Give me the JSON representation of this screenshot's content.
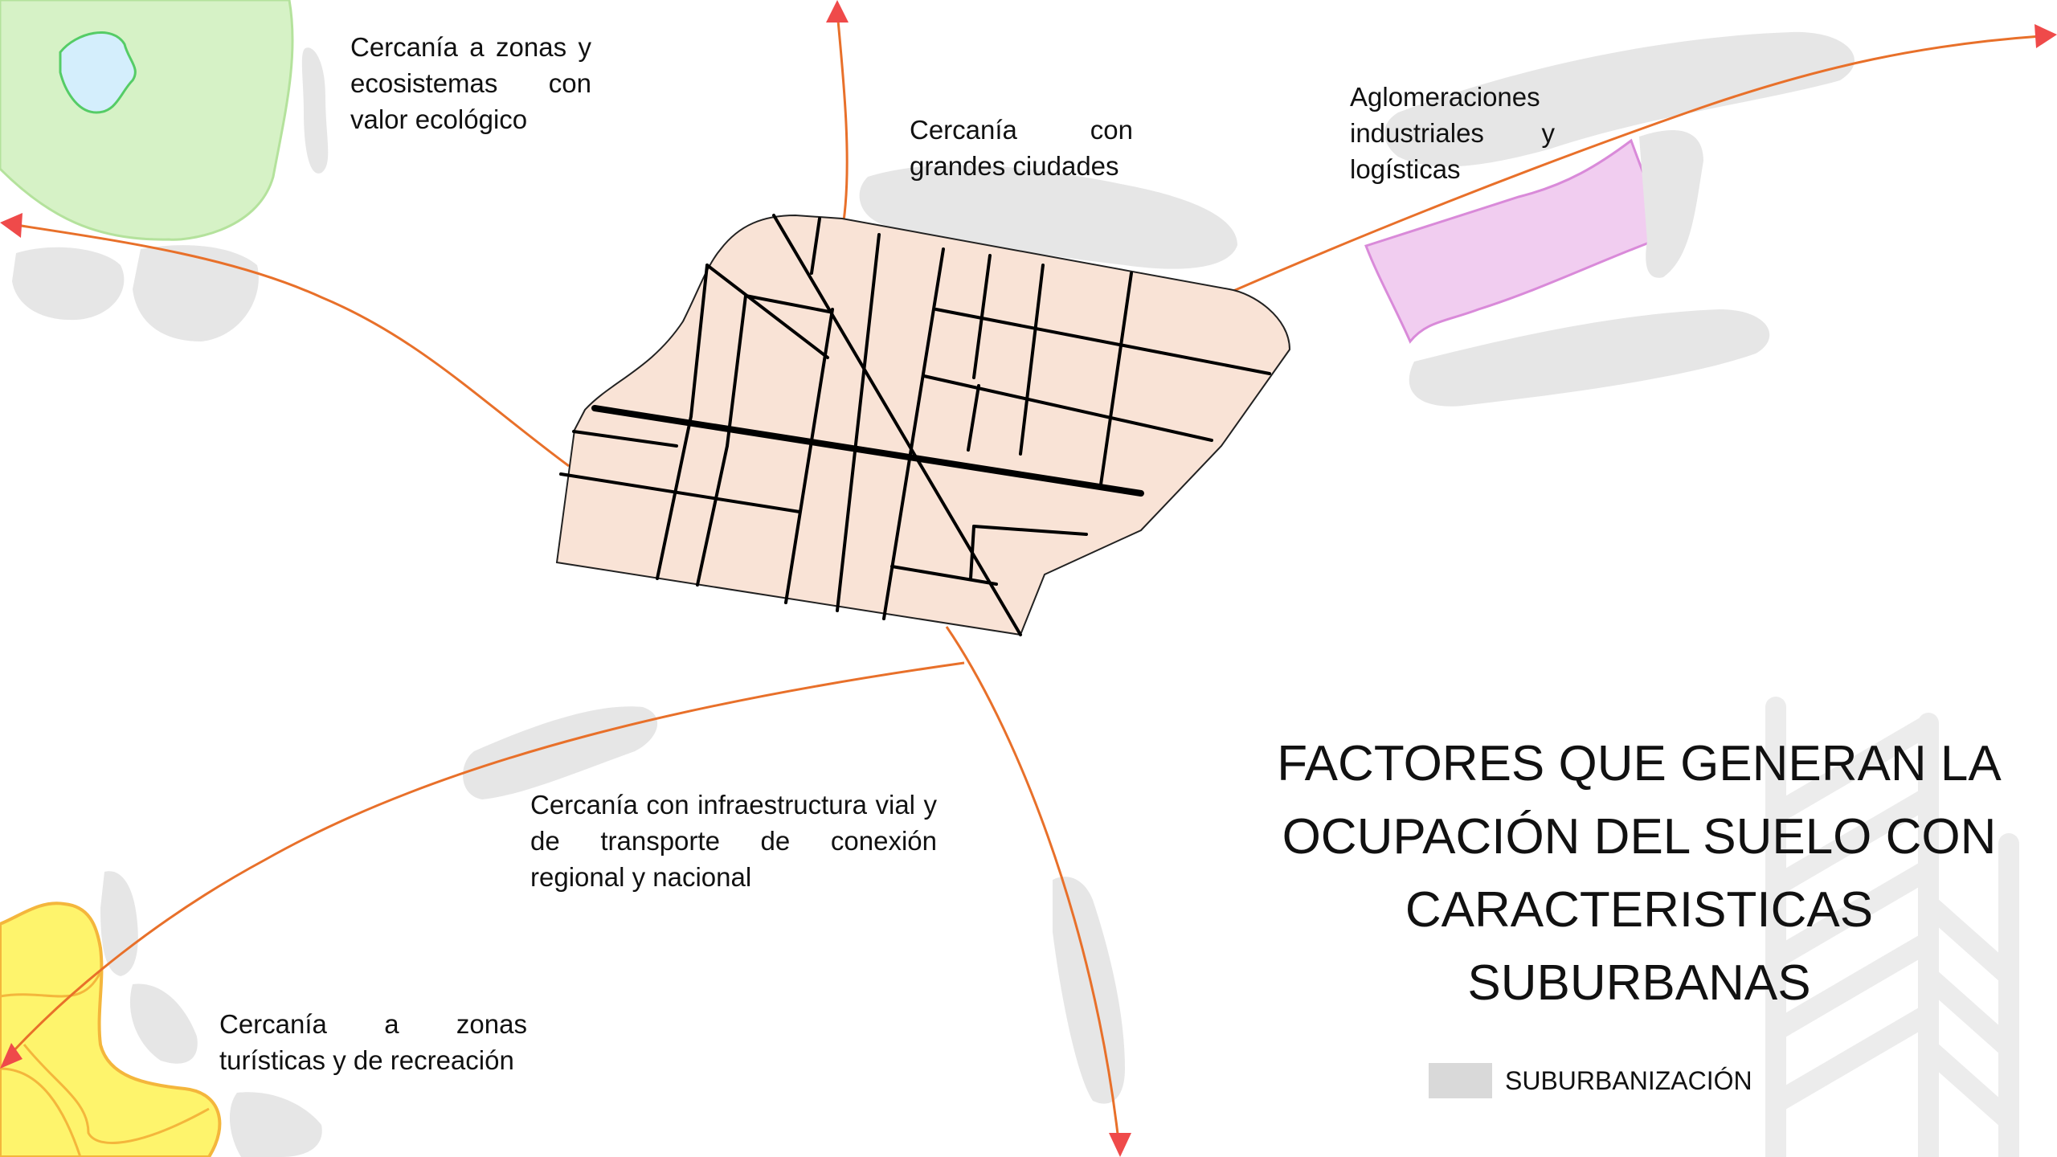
{
  "title": "FACTORES QUE GENERAN LA OCUPACIÓN DEL SUELO CON CARACTERISTICAS SUBURBANAS",
  "legend": {
    "label": "SUBURBANIZACIÓN",
    "color": "#d9d9d9"
  },
  "factors": {
    "ecological": "Cercanía a zonas y ecosistemas con valor ecológico",
    "cities": "Cercanía con grandes ciudades",
    "industrial": "Aglomeraciones industriales y logísticas",
    "infrastructure": "Cercanía con infraestructura vial y de transporte de conexión regional y nacional",
    "tourism": "Cercanía a zonas turísticas y de recreación"
  },
  "colors": {
    "urban_fill": "#f9e3d6",
    "road": "#000000",
    "arrow_line": "#e8702a",
    "arrow_head": "#ef4a4a",
    "green_zone": "#d6f2c6",
    "water": "#d4eefc",
    "industrial_zone": "#f1cdf0",
    "tourism_zone": "#fef46c",
    "suburban_patch": "#e6e6e6"
  }
}
